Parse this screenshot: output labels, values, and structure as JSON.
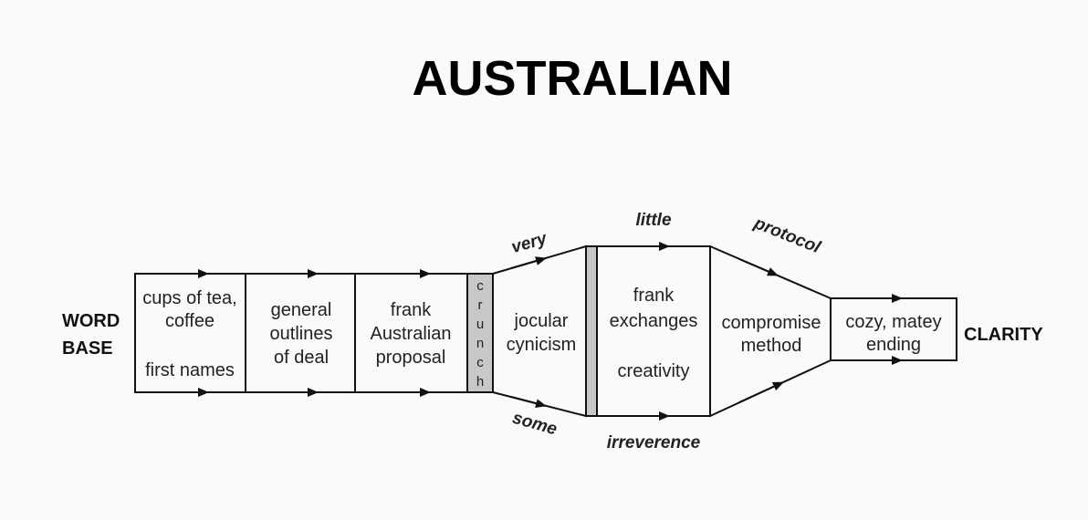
{
  "title": "AUSTRALIAN",
  "left_label": [
    "WORD",
    "BASE"
  ],
  "right_label": "CLARITY",
  "boxes": {
    "cups": [
      "cups of tea,",
      "coffee",
      "first names"
    ],
    "general": [
      "general",
      "outlines",
      "of deal"
    ],
    "frank_proposal": [
      "frank",
      "Australian",
      "proposal"
    ],
    "crunch": [
      "c",
      "r",
      "u",
      "n",
      "c",
      "h"
    ],
    "jocular": [
      "jocular",
      "cynicism"
    ],
    "frank_exchanges": [
      "frank",
      "exchanges",
      "creativity"
    ],
    "compromise": [
      "compromise",
      "method"
    ],
    "cozy": [
      "cozy, matey",
      "ending"
    ]
  },
  "annotations": {
    "very": "very",
    "some": "some",
    "little": "little",
    "irreverence": "irreverence",
    "protocol": "protocol"
  },
  "colors": {
    "line": "#111111",
    "crunch_fill": "#c8c8c8",
    "divider_fill": "#c8c8c8",
    "background": "#fafafa"
  }
}
